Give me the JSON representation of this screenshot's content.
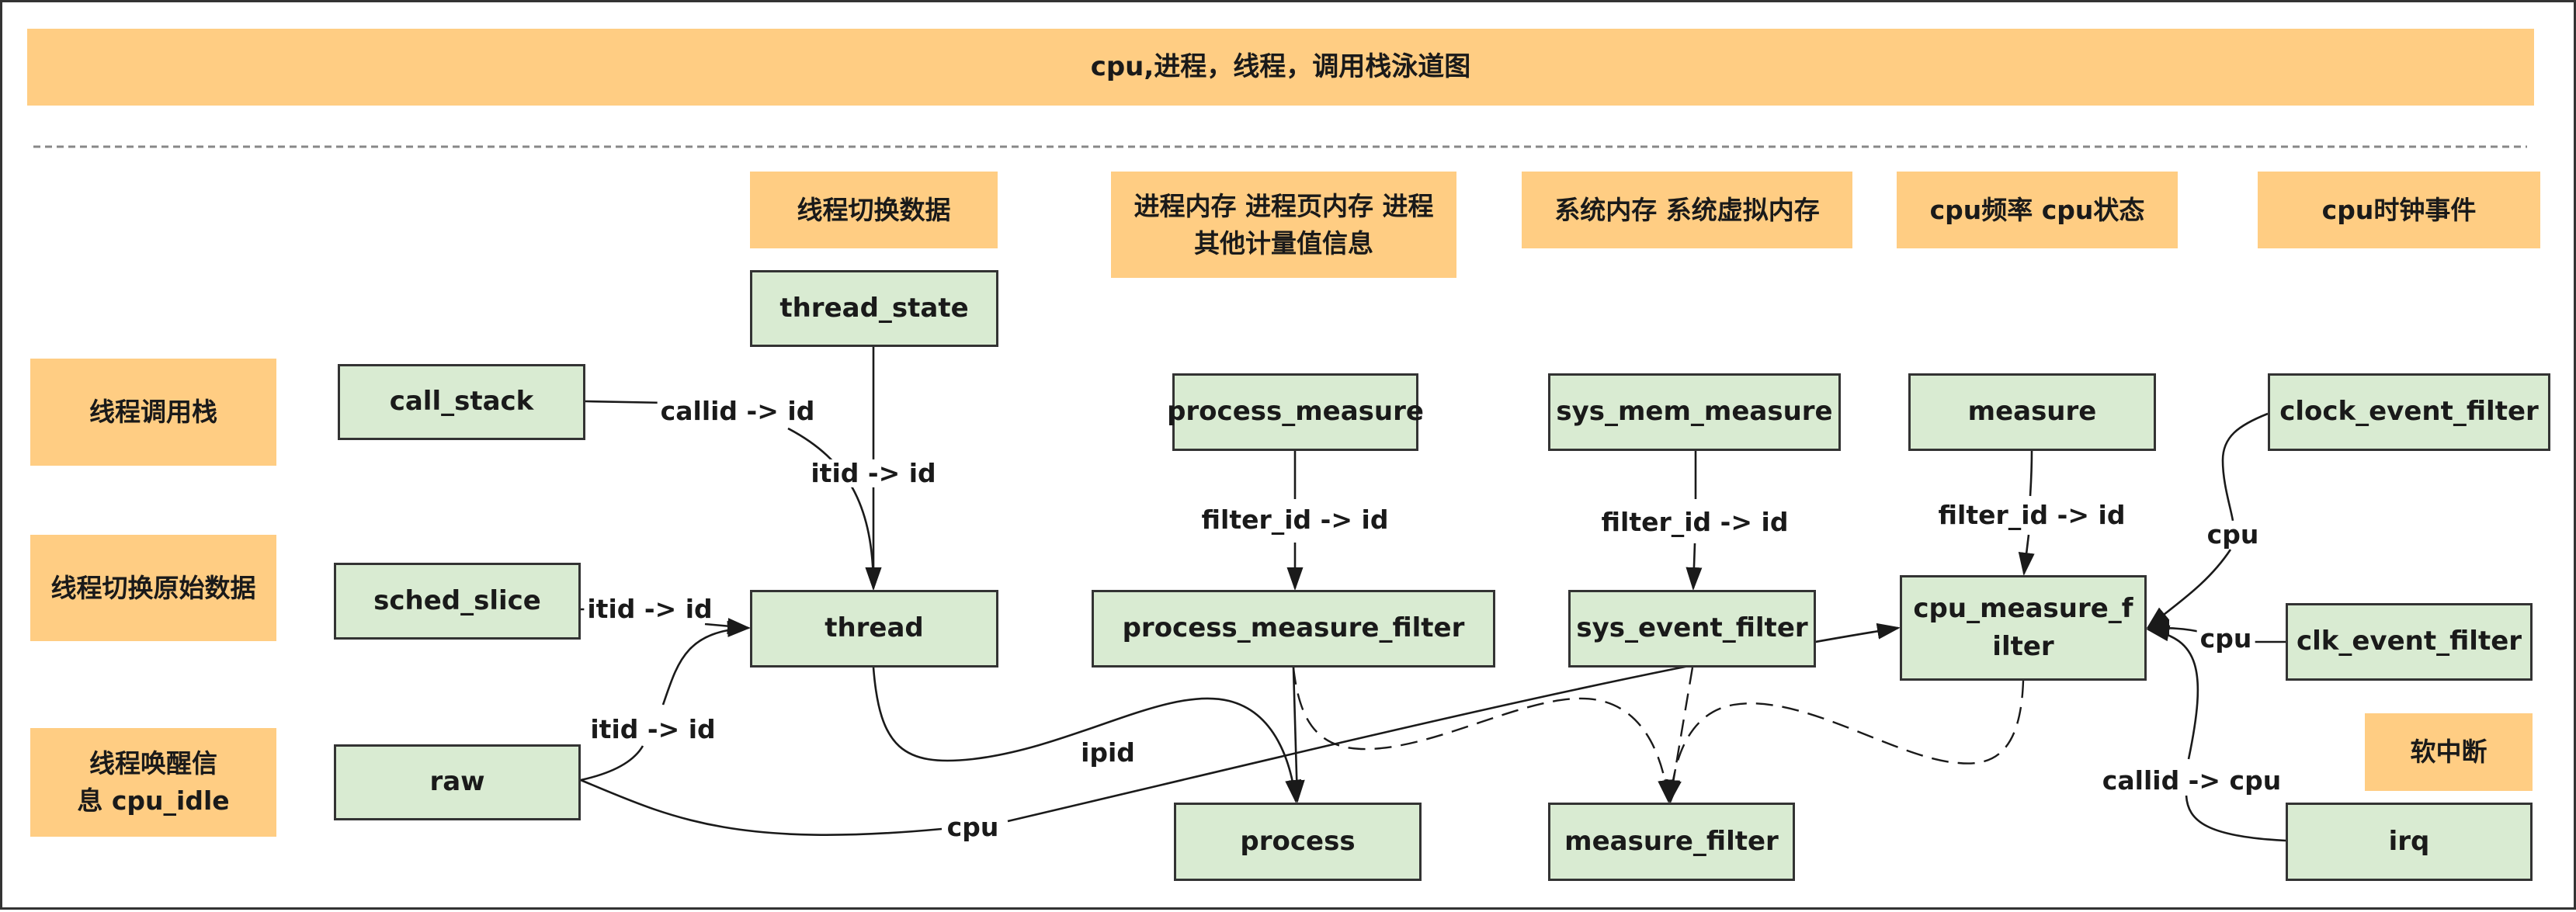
{
  "diagram": {
    "title": "cpu,进程，线程，调用栈泳道图",
    "colors": {
      "header_fill": "#FFCD83",
      "table_fill": "#D9EBD2",
      "stroke": "#333333"
    },
    "column_headers": [
      {
        "id": "thread_switch",
        "label": "线程切换数据"
      },
      {
        "id": "process_mem",
        "label": "进程内存 进程页内存 进程其他计量值信息"
      },
      {
        "id": "sys_mem",
        "label": "系统内存 系统虚拟内存"
      },
      {
        "id": "cpu_freq",
        "label": "cpu频率 cpu状态"
      },
      {
        "id": "cpu_clock",
        "label": "cpu时钟事件"
      }
    ],
    "row_headers": [
      {
        "id": "call_stack_row",
        "label": "线程调用栈"
      },
      {
        "id": "sched_row",
        "label": "线程切换原始数据"
      },
      {
        "id": "wakeup_row",
        "label": "线程唤醒信息 cpu_idle"
      }
    ],
    "side_label": "软中断",
    "tables": {
      "thread_state": "thread_state",
      "call_stack": "call_stack",
      "sched_slice": "sched_slice",
      "thread": "thread",
      "raw": "raw",
      "process_measure": "process_measure",
      "process_measure_filter": "process_measure_filter",
      "process": "process",
      "sys_mem_measure": "sys_mem_measure",
      "sys_event_filter": "sys_event_filter",
      "measure_filter": "measure_filter",
      "measure": "measure",
      "cpu_measure_filter": "cpu_measure_filter",
      "clock_event_filter": "clock_event_filter",
      "clk_event_filter": "clk_event_filter",
      "irq": "irq"
    },
    "edges": [
      {
        "from": "call_stack",
        "to": "thread",
        "label": "callid -> id",
        "style": "solid"
      },
      {
        "from": "thread_state",
        "to": "thread",
        "label": "itid -> id",
        "style": "solid"
      },
      {
        "from": "sched_slice",
        "to": "thread",
        "label": "itid -> id",
        "style": "solid"
      },
      {
        "from": "raw",
        "to": "thread",
        "label": "itid -> id",
        "style": "solid"
      },
      {
        "from": "raw",
        "to": "cpu_measure_filter",
        "label": "cpu",
        "style": "solid"
      },
      {
        "from": "thread",
        "to": "process",
        "label": "ipid",
        "style": "solid"
      },
      {
        "from": "process_measure",
        "to": "process_measure_filter",
        "label": "filter_id -> id",
        "style": "solid"
      },
      {
        "from": "process_measure_filter",
        "to": "process",
        "label": "",
        "style": "solid"
      },
      {
        "from": "process_measure_filter",
        "to": "measure_filter",
        "label": "",
        "style": "dashed"
      },
      {
        "from": "sys_mem_measure",
        "to": "sys_event_filter",
        "label": "filter_id -> id",
        "style": "solid"
      },
      {
        "from": "sys_event_filter",
        "to": "measure_filter",
        "label": "",
        "style": "dashed"
      },
      {
        "from": "measure",
        "to": "cpu_measure_filter",
        "label": "filter_id -> id",
        "style": "solid"
      },
      {
        "from": "cpu_measure_filter",
        "to": "measure_filter",
        "label": "",
        "style": "dashed"
      },
      {
        "from": "clock_event_filter",
        "to": "cpu_measure_filter",
        "label": "cpu",
        "style": "solid"
      },
      {
        "from": "clk_event_filter",
        "to": "cpu_measure_filter",
        "label": "cpu",
        "style": "solid"
      },
      {
        "from": "irq",
        "to": "cpu_measure_filter",
        "label": "callid -> cpu",
        "style": "solid"
      }
    ]
  }
}
